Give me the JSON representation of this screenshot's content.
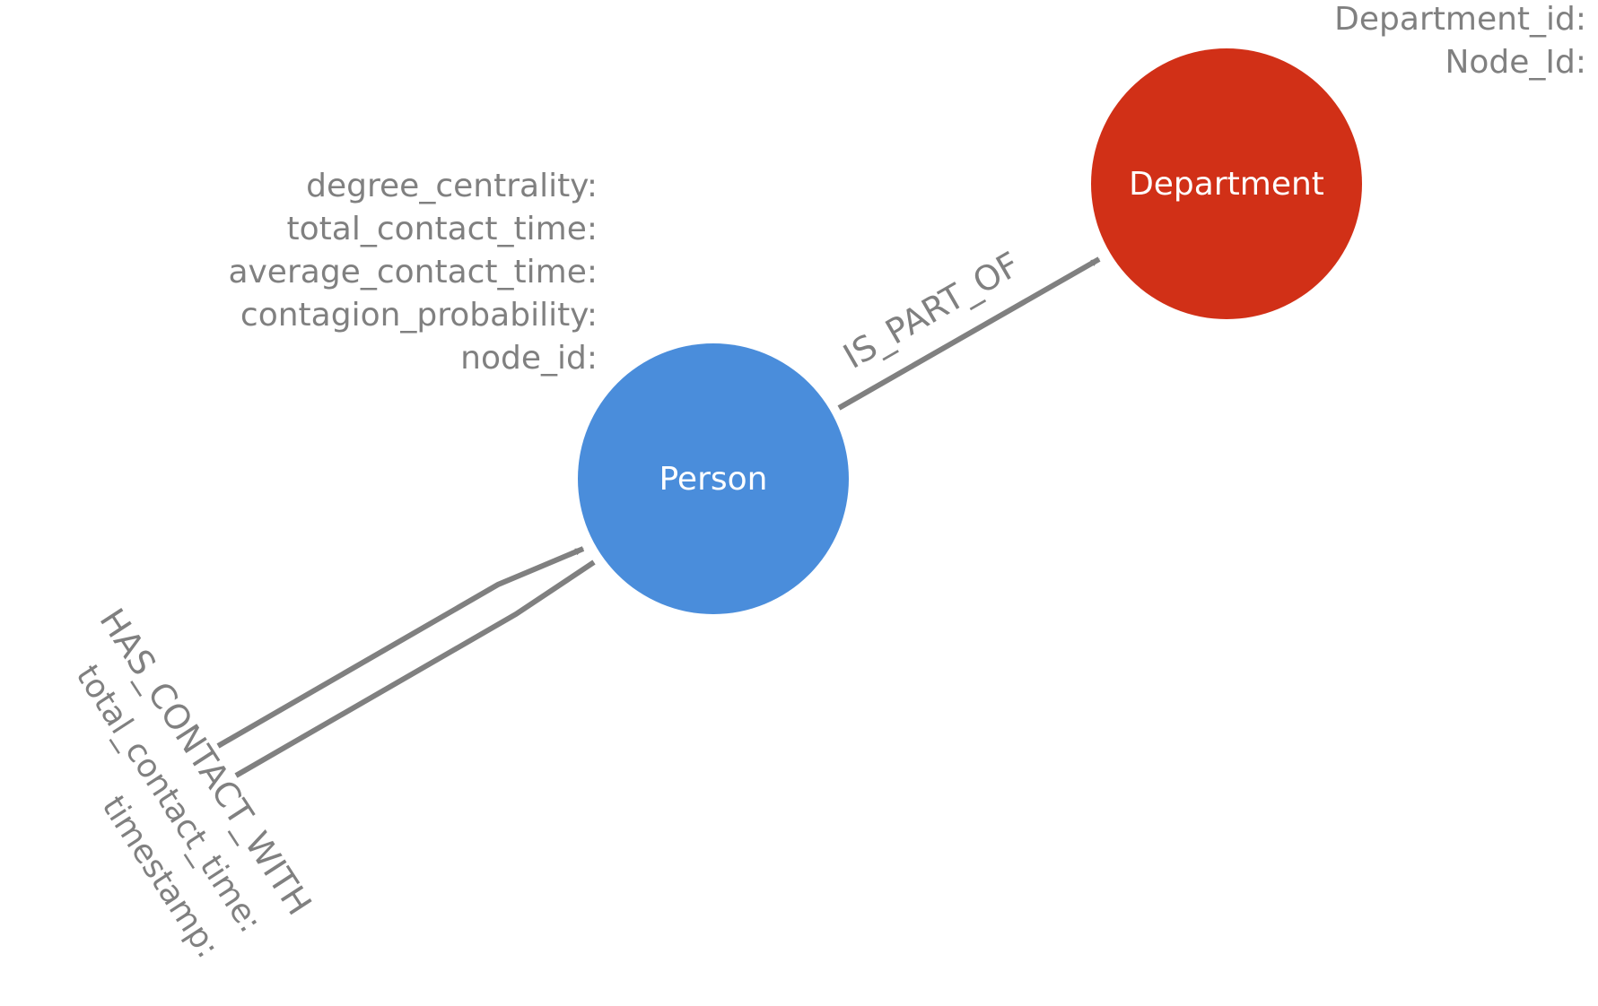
{
  "colors": {
    "person": "#4a8ddb",
    "department": "#d13017",
    "edge": "#808080",
    "text_gray": "#808080",
    "node_text": "#ffffff",
    "background": "#ffffff"
  },
  "nodes": {
    "person": {
      "label": "Person",
      "properties": [
        "degree_centrality:",
        "total_contact_time:",
        "average_contact_time:",
        "contagion_probability:",
        "node_id:"
      ]
    },
    "department": {
      "label": "Department",
      "properties": [
        "Department_id:",
        "Node_Id:"
      ]
    }
  },
  "relationships": {
    "is_part_of": {
      "label": "IS_PART_OF",
      "from": "Person",
      "to": "Department"
    },
    "has_contact_with": {
      "label": "HAS_CONTACT_WITH",
      "properties": [
        "total_contact_time:",
        "timestamp:"
      ]
    }
  }
}
